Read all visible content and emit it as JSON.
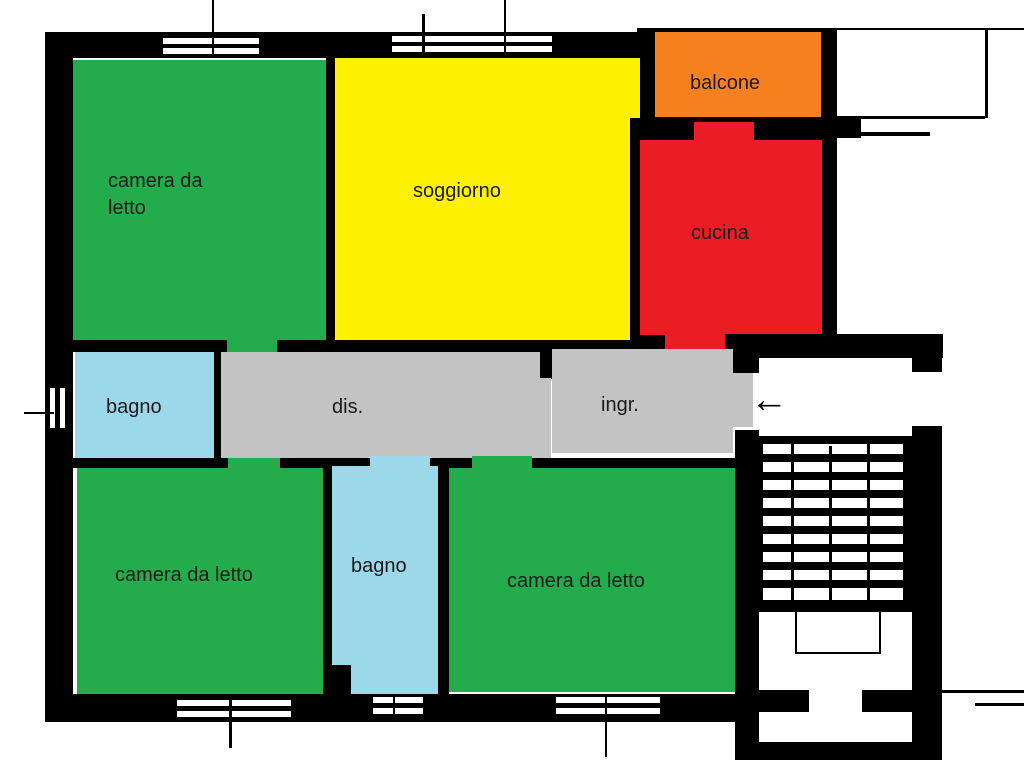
{
  "plan": {
    "colors": {
      "bedroom": "#22ac4b",
      "living": "#fff200",
      "balcony": "#f7811e",
      "kitchen": "#ec1c24",
      "bath": "#9cd7ea",
      "corridor": "#c3c3c3",
      "wall": "#000000"
    },
    "rooms": [
      {
        "id": "camera-1",
        "label": "camera da\nletto",
        "line1": "camera da",
        "line2": "letto"
      },
      {
        "id": "soggiorno",
        "label": "soggiorno"
      },
      {
        "id": "balcone",
        "label": "balcone"
      },
      {
        "id": "cucina",
        "label": "cucina"
      },
      {
        "id": "bagno-1",
        "label": "bagno"
      },
      {
        "id": "dis",
        "label": "dis."
      },
      {
        "id": "ingr",
        "label": "ingr."
      },
      {
        "id": "camera-2",
        "label": "camera da letto"
      },
      {
        "id": "bagno-2",
        "label": "bagno"
      },
      {
        "id": "camera-3",
        "label": "camera da letto"
      }
    ],
    "entrance_arrow": "←"
  }
}
